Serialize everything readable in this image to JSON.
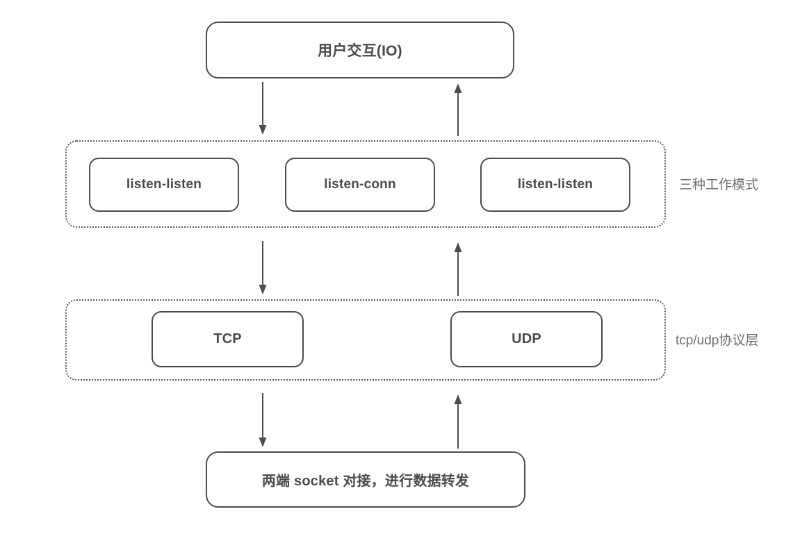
{
  "diagram": {
    "title": "Socket forwarding architecture layers",
    "colors": {
      "node_border": "#4d4d4d",
      "group_border": "#5a5a5a",
      "node_text": "#4a4a4a",
      "label_text": "#6f6f6f",
      "arrow": "#4d4d4d",
      "background": "#ffffff"
    },
    "top": {
      "label": "用户交互(IO)"
    },
    "modes_group": {
      "side_label": "三种工作模式",
      "items": [
        {
          "label": "listen-listen"
        },
        {
          "label": "listen-conn"
        },
        {
          "label": "listen-listen"
        }
      ]
    },
    "protocol_group": {
      "side_label": "tcp/udp协议层",
      "items": [
        {
          "label": "TCP"
        },
        {
          "label": "UDP"
        }
      ]
    },
    "bottom": {
      "label": "两端 socket 对接，进行数据转发"
    },
    "connectors": [
      {
        "name": "io-to-modes-down",
        "direction": "down"
      },
      {
        "name": "modes-to-io-up",
        "direction": "up"
      },
      {
        "name": "modes-to-proto-down",
        "direction": "down"
      },
      {
        "name": "proto-to-modes-up",
        "direction": "up"
      },
      {
        "name": "proto-to-socket-down",
        "direction": "down"
      },
      {
        "name": "socket-to-proto-up",
        "direction": "up"
      }
    ]
  }
}
